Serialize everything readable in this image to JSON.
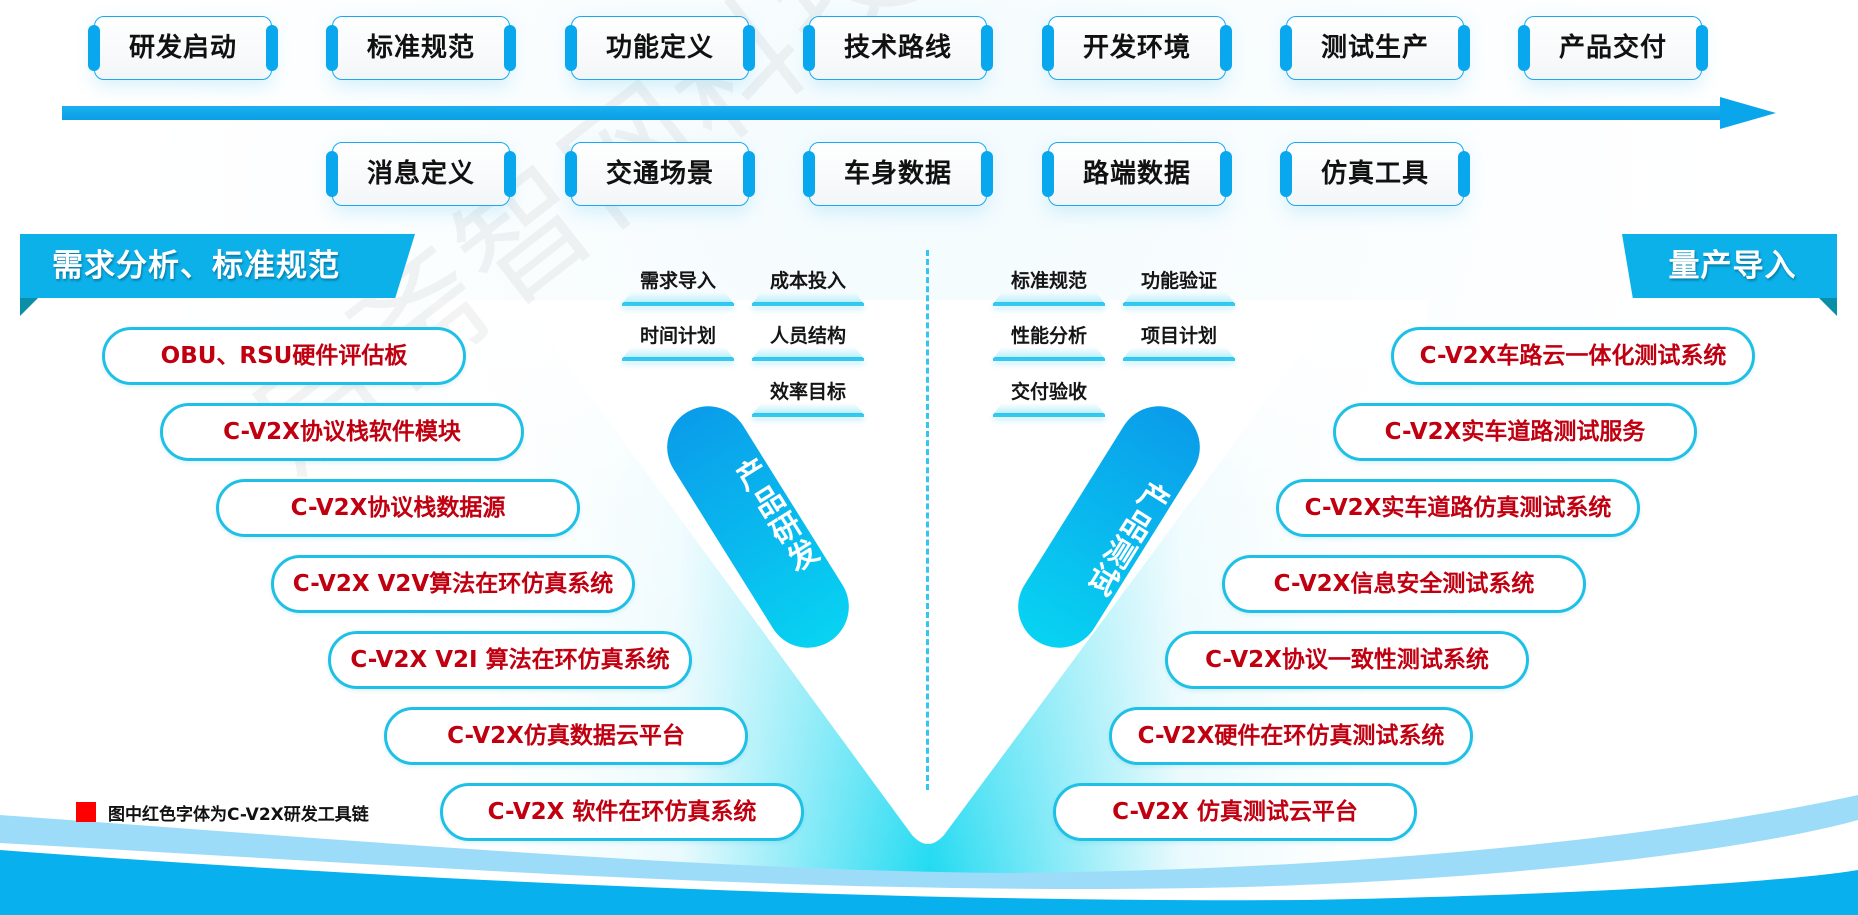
{
  "colors": {
    "accent_blue": "#0cb1ea",
    "pill_border": "#1fc0e6",
    "item_text_red": "#c00010",
    "legend_red": "#ff0000",
    "stage_text": "#111111"
  },
  "timeline": {
    "top_stages": [
      "研发启动",
      "标准规范",
      "功能定义",
      "技术路线",
      "开发环境",
      "测试生产",
      "产品交付"
    ],
    "bottom_stages": [
      "消息定义",
      "交通场景",
      "车身数据",
      "路端数据",
      "仿真工具"
    ],
    "arrow_icon": "arrow-right-icon"
  },
  "left_section": {
    "header": "需求分析、标准规范",
    "items": [
      "OBU、RSU硬件评估板",
      "C-V2X协议栈软件模块",
      "C-V2X协议栈数据源",
      "C-V2X V2V算法在环仿真系统",
      "C-V2X V2I 算法在环仿真系统",
      "C-V2X仿真数据云平台",
      "C-V2X 软件在环仿真系统"
    ]
  },
  "right_section": {
    "header": "量产导入",
    "items": [
      "C-V2X车路云一体化测试系统",
      "C-V2X实车道路测试服务",
      "C-V2X实车道路仿真测试系统",
      "C-V2X信息安全测试系统",
      "C-V2X协议一致性测试系统",
      "C-V2X硬件在环仿真测试系统",
      "C-V2X 仿真测试云平台"
    ]
  },
  "dev_phase": {
    "label": "产品研发",
    "tags": [
      "需求导入",
      "成本投入",
      "时间计划",
      "人员结构",
      "效率目标"
    ]
  },
  "test_phase": {
    "label": "产品测试",
    "tags": [
      "标准规范",
      "功能验证",
      "性能分析",
      "项目计划",
      "交付验收"
    ]
  },
  "legend": {
    "text": "图中红色字体为C-V2X研发工具链"
  },
  "watermark": {
    "text": "启斋智网科技有限公司"
  }
}
